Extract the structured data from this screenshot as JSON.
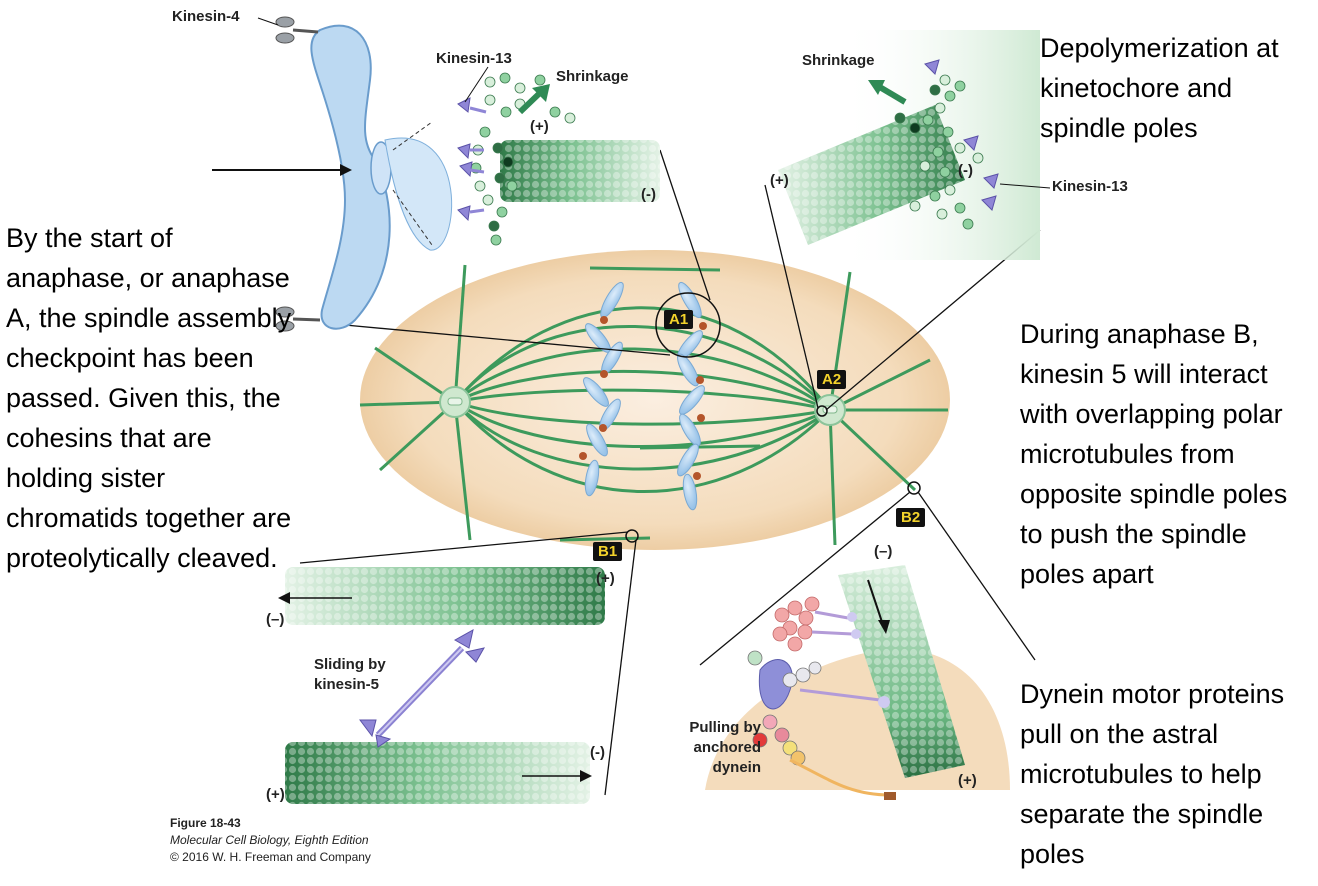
{
  "texts": {
    "left": "By the start of anaphase, or anaphase A, the spindle assembly checkpoint has been passed.  Given this, the cohesins that are holding sister chromatids together are proteolytically cleaved.",
    "top_right": "Depolymerization at kinetochore and spindle poles",
    "mid_right": "During anaphase B, kinesin 5 will interact with overlapping polar microtubules from opposite spindle poles to push the spindle poles apart",
    "bottom_right": "Dynein motor proteins pull on the astral microtubules to help separate the spindle poles"
  },
  "labels": {
    "kinesin4": "Kinesin-4",
    "kinesin13_left": "Kinesin-13",
    "shrinkage_left": "Shrinkage",
    "plus_left": "(+)",
    "minus_left": "(-)",
    "shrinkage_right": "Shrinkage",
    "plus_right": "(+)",
    "minus_right": "(-)",
    "kinesin13_right": "Kinesin-13",
    "tag_a1": "A1",
    "tag_a2": "A2",
    "tag_b1": "B1",
    "tag_b2": "B2",
    "b1_plus": "(+)",
    "b1_minus": "(–)",
    "sliding": "Sliding by kinesin-5",
    "b1_minus2": "(-)",
    "b1_plus2": "(+)",
    "b2_minus": "(–)",
    "b2_plus": "(+)",
    "pulling": "Pulling by anchored dynein"
  },
  "figure": {
    "number": "Figure 18-43",
    "book": "Molecular Cell Biology, Eighth Edition",
    "copyright": "© 2016 W. H. Freeman and Company"
  },
  "colors": {
    "cell_fill": "#f3d9b5",
    "microtubule": "#3d9a5c",
    "chromosome": "#a8ccec",
    "tag_bg": "#111111",
    "tag_fg": "#f2d22b"
  }
}
